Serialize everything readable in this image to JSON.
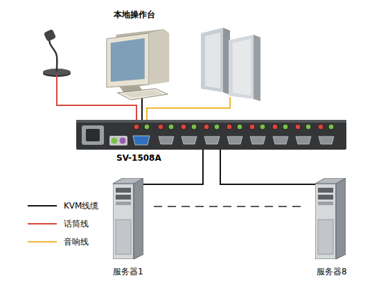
{
  "diagram": {
    "nodes": [
      {
        "text": [
          "本地操作台"
        ]
      },
      {
        "text": [
          "SV-1508A"
        ]
      },
      {
        "text": [
          "服务器1"
        ]
      },
      {
        "text": [
          "服务器8"
        ]
      }
    ],
    "edges": [
      {
        "from": 0,
        "to": 1,
        "arrow": "none"
      },
      {
        "from": 1,
        "to": 2,
        "arrow": "none"
      },
      {
        "from": 1,
        "to": 3,
        "arrow": "none"
      }
    ],
    "legend": [
      {
        "text": "KVM线缆"
      },
      {
        "text": "话筒线"
      },
      {
        "text": "音响线"
      }
    ]
  }
}
